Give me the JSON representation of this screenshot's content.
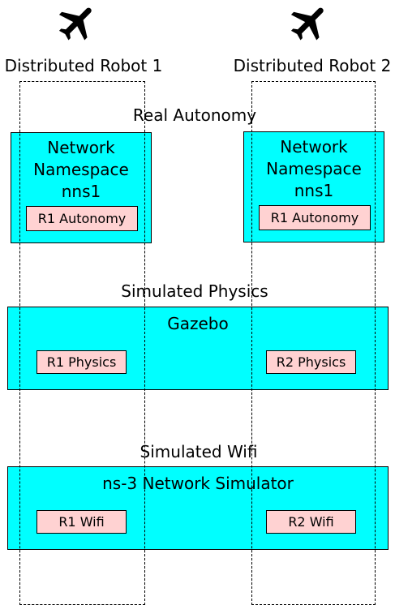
{
  "robots": [
    {
      "name": "Distributed Robot 1",
      "icon": "airplane-icon"
    },
    {
      "name": "Distributed Robot 2",
      "icon": "airplane-icon"
    }
  ],
  "layers": {
    "real_autonomy": {
      "title": "Real Autonomy",
      "namespace_label_lines": [
        "Network",
        "Namespace",
        "nns1"
      ],
      "nodes": [
        "R1 Autonomy",
        "R1 Autonomy"
      ]
    },
    "simulated_physics": {
      "title": "Simulated Physics",
      "container": "Gazebo",
      "nodes": [
        "R1 Physics",
        "R2 Physics"
      ]
    },
    "simulated_wifi": {
      "title": "Simulated Wifi",
      "container": "ns-3 Network Simulator",
      "nodes": [
        "R1 Wifi",
        "R2 Wifi"
      ]
    }
  },
  "colors": {
    "container": "#00ffff",
    "node": "#ffd2d2"
  }
}
